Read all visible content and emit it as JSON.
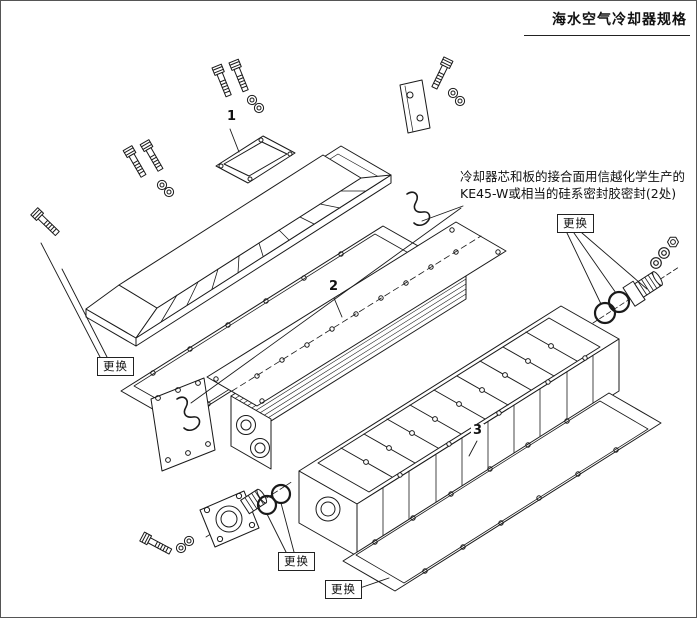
{
  "title": "海水空气冷却器规格",
  "note": {
    "line1": "冷却器芯和板的接合面用信越化学生产的",
    "line2": "KE45-W或相当的硅系密封胶密封(2处)"
  },
  "labels": {
    "replace": "更换"
  },
  "callouts": {
    "part1": "1",
    "part2": "2",
    "part3": "3"
  },
  "colors": {
    "line": "#1a1a1a",
    "background": "#ffffff",
    "border": "#555555"
  }
}
